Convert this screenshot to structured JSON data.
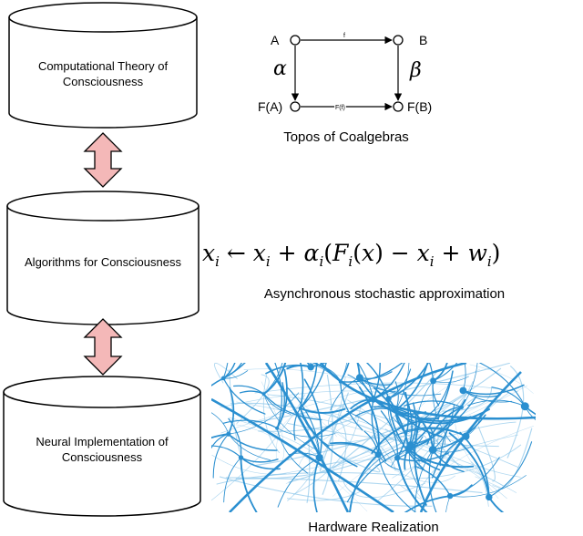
{
  "levels": [
    {
      "label": "Computational Theory of Consciousness",
      "line1": "Computational Theory of",
      "line2": "Consciousness"
    },
    {
      "label": "Algorithms for Consciousness",
      "line1": "Algorithms for Consciousness",
      "line2": ""
    },
    {
      "label": "Neural Implementation of Consciousness",
      "line1": "Neural Implementation of",
      "line2": "Consciousness"
    }
  ],
  "coalgebra": {
    "node_A": "A",
    "node_B": "B",
    "node_FA": "F(A)",
    "node_FB": "F(B)",
    "arrow_f": "f",
    "arrow_Ff": "F(f)",
    "arrow_alpha": "α",
    "arrow_beta": "β",
    "caption": "Topos of Coalgebras"
  },
  "equation": {
    "text": "x_i ← x_i + α_i(F_i(x) − x_i + w_i)",
    "caption": "Asynchronous stochastic approximation"
  },
  "hardware": {
    "caption": "Hardware Realization",
    "colors": {
      "neuron": "#2a8fd0",
      "neuron_light": "#8cc6ea",
      "background": "#ffffff"
    }
  },
  "colors": {
    "double_arrow_fill": "#f4b8b8",
    "stroke": "#000000"
  }
}
